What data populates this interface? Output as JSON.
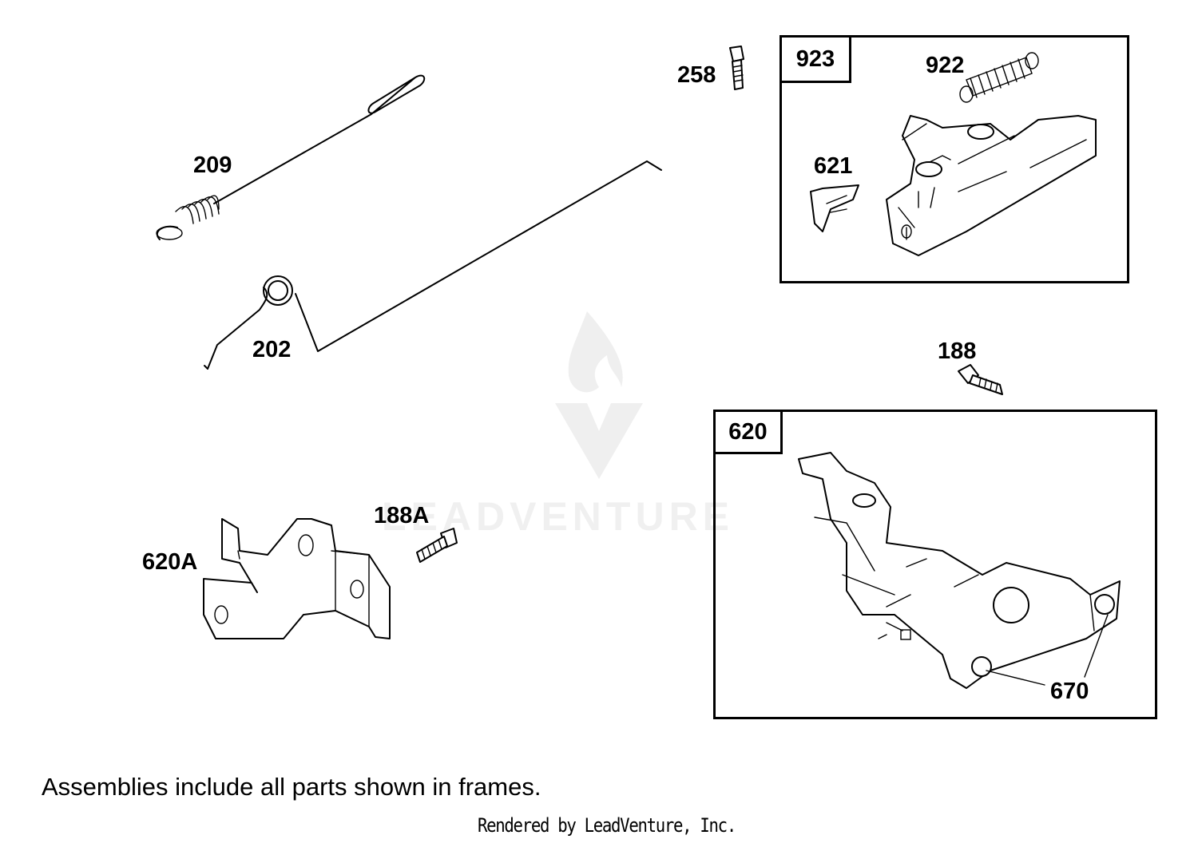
{
  "labels": {
    "l209": "209",
    "l202": "202",
    "l258": "258",
    "l923": "923",
    "l922": "922",
    "l621": "621",
    "l188": "188",
    "l620": "620",
    "l188a": "188A",
    "l620a": "620A",
    "l670": "670"
  },
  "watermark": "LEADVENTURE",
  "note": "Assemblies include all parts shown in frames.",
  "credit": "Rendered by LeadVenture, Inc."
}
